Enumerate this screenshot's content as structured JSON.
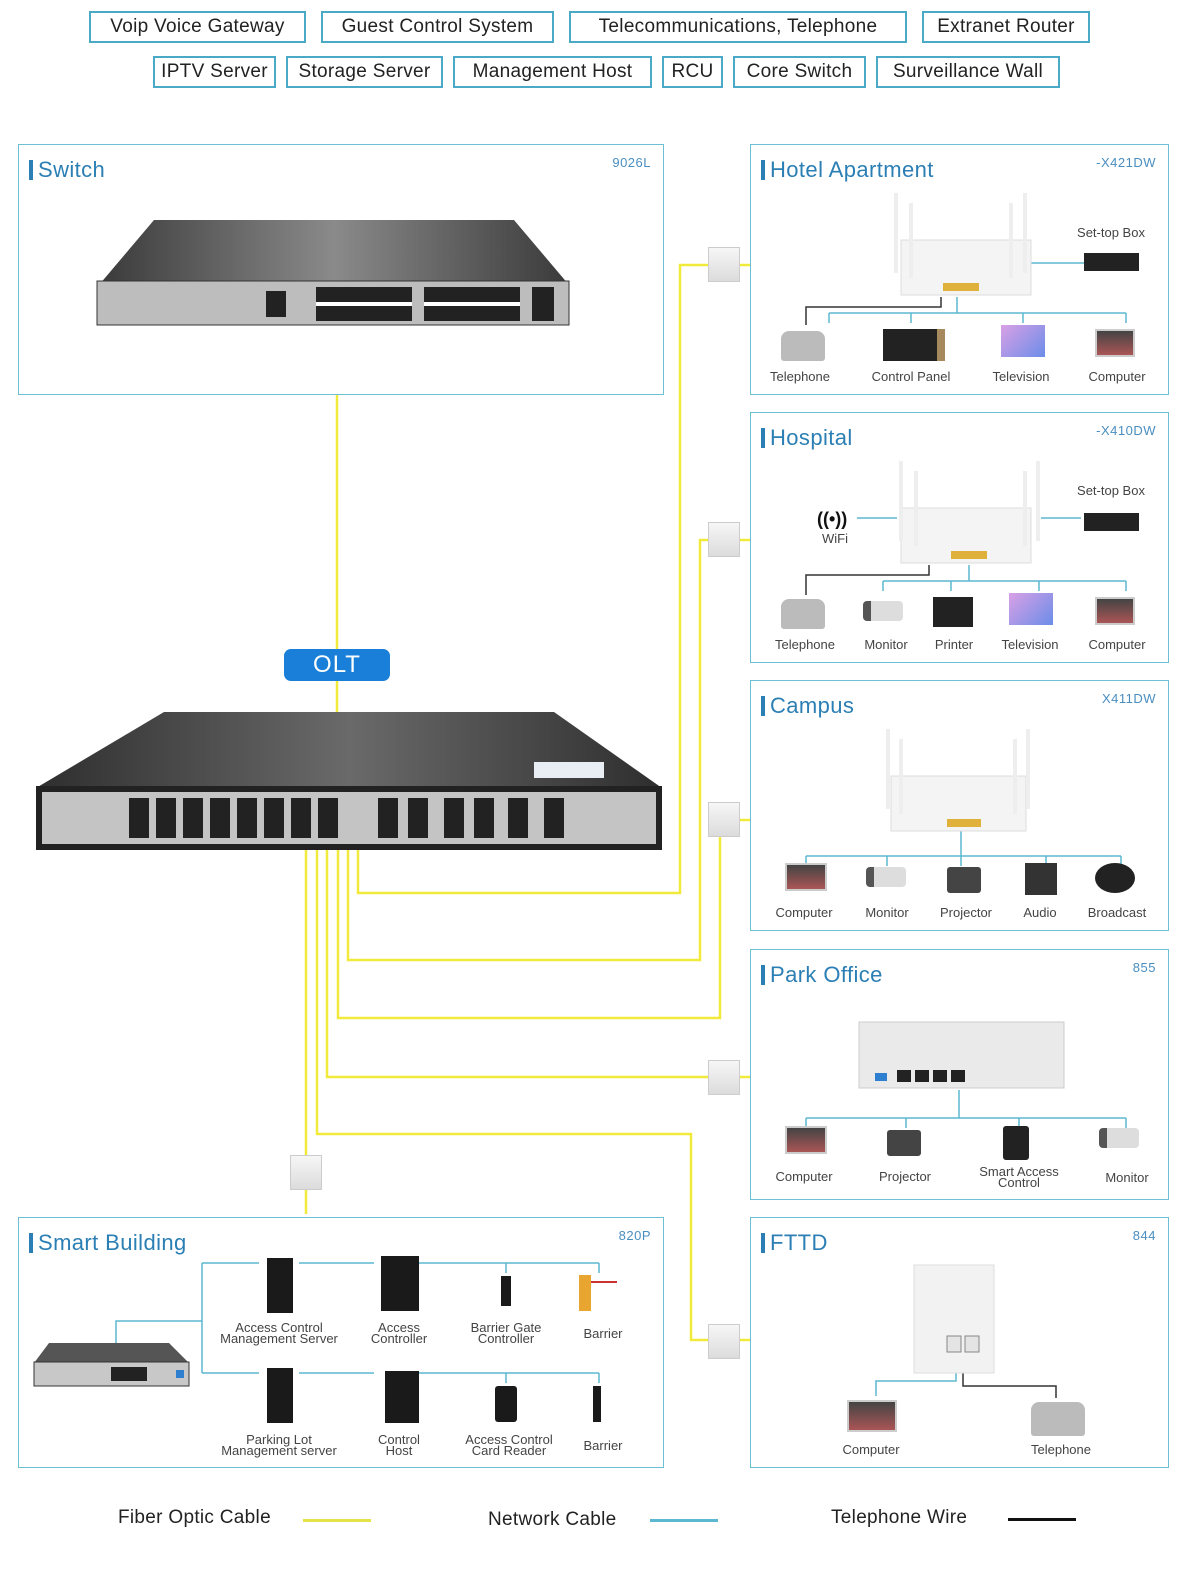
{
  "top_tags": {
    "row1": [
      "Voip Voice Gateway",
      "Guest Control System",
      "Telecommunications, Telephone",
      "Extranet Router"
    ],
    "row2": [
      "IPTV Server",
      "Storage Server",
      "Management Host",
      "RCU",
      "Core Switch",
      "Surveillance Wall"
    ]
  },
  "olt": {
    "label": "OLT"
  },
  "panels": {
    "switch": {
      "title": "Switch",
      "model": "9026L"
    },
    "hotel": {
      "title": "Hotel Apartment",
      "model": "-X421DW",
      "settop": "Set-top Box",
      "devices": [
        "Telephone",
        "Control Panel",
        "Television",
        "Computer"
      ]
    },
    "hospital": {
      "title": "Hospital",
      "model": "-X410DW",
      "settop": "Set-top Box",
      "wifi": "WiFi",
      "devices": [
        "Telephone",
        "Monitor",
        "Printer",
        "Television",
        "Computer"
      ]
    },
    "campus": {
      "title": "Campus",
      "model": "X411DW",
      "devices": [
        "Computer",
        "Monitor",
        "Projector",
        "Audio",
        "Broadcast"
      ]
    },
    "park": {
      "title": "Park Office",
      "model": "855",
      "devices": [
        "Computer",
        "Projector",
        "Smart Access\nControl",
        "Monitor"
      ]
    },
    "fttd": {
      "title": "FTTD",
      "model": "844",
      "devices": [
        "Computer",
        "Telephone"
      ]
    },
    "building": {
      "title": "Smart Building",
      "model": "820P",
      "top_row": [
        "Access Control\nManagement Server",
        "Access\nController",
        "Barrier Gate\nController",
        "Barrier"
      ],
      "bottom_row": [
        "Parking Lot\nManagement server",
        "Control\nHost",
        "Access Control\nCard Reader",
        "Barrier"
      ]
    }
  },
  "legend": [
    {
      "label": "Fiber Optic Cable",
      "color": "#e8e24a"
    },
    {
      "label": "Network Cable",
      "color": "#5bb8d0"
    },
    {
      "label": "Telephone Wire",
      "color": "#111111"
    }
  ],
  "colors": {
    "accent": "#2b7fb4",
    "panel_border": "#6cc0d4",
    "fiber": "#f2ea3a",
    "network": "#5bb8d0",
    "phone": "#333333"
  }
}
